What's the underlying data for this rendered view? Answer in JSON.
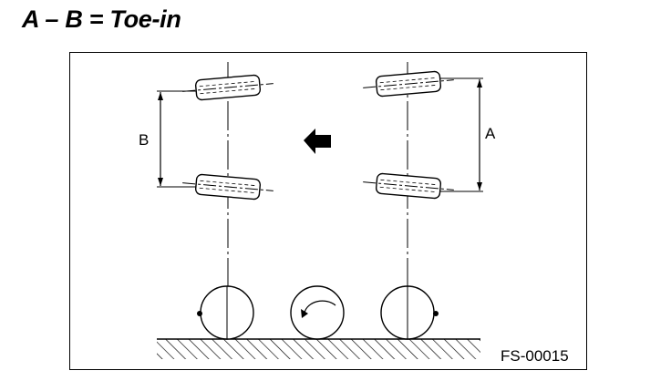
{
  "title": "A – B = Toe-in",
  "labels": {
    "a": "A",
    "b": "B"
  },
  "figure_code": "FS-00015"
}
